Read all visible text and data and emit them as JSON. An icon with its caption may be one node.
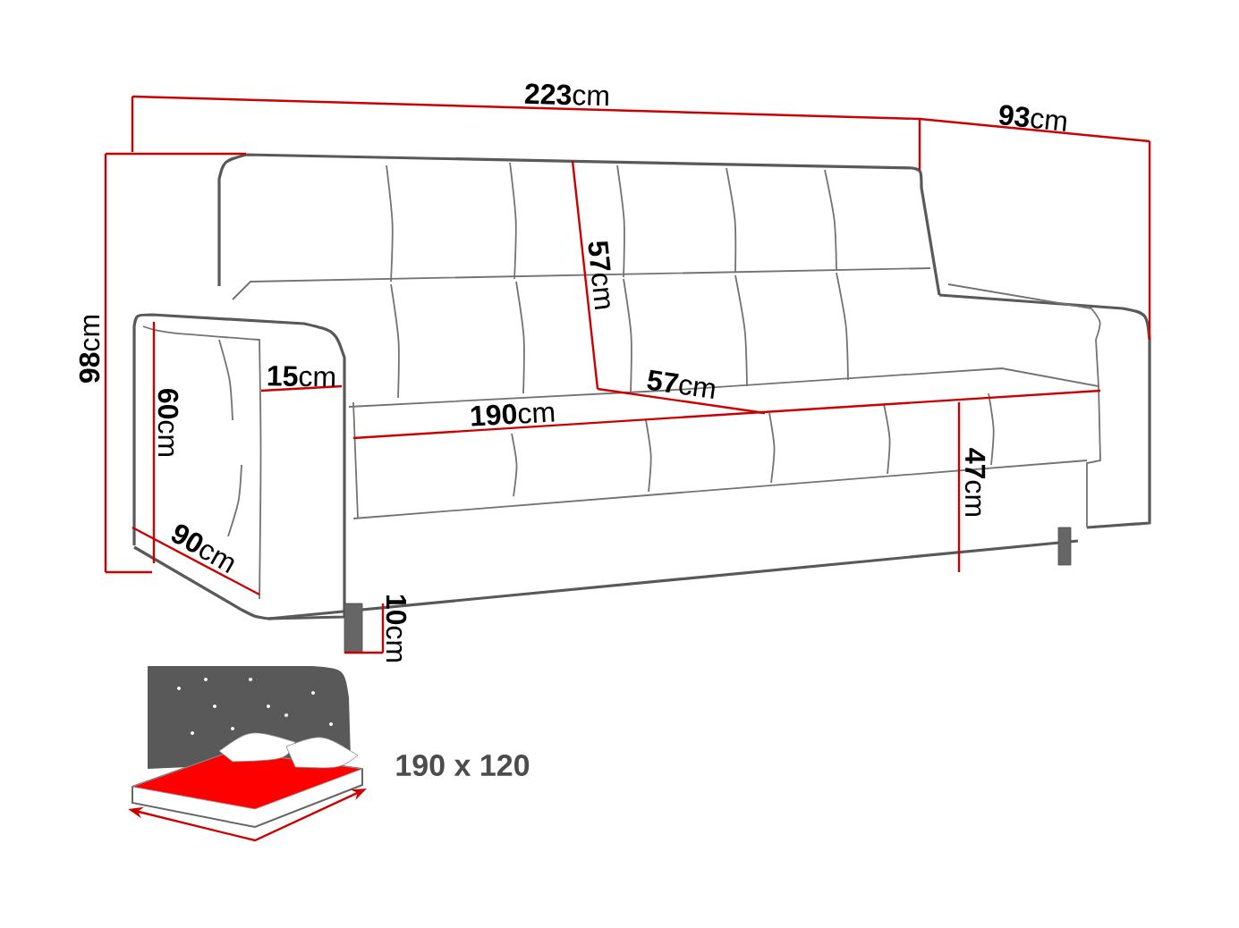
{
  "diagram": {
    "labels": [
      "**223**cm",
      "**93**cm",
      "**98**cm",
      "**57**cm",
      "**15**cm",
      "**60**cm",
      "**57**cm",
      "**190**cm",
      "**47**cm",
      "**90**cm",
      "**10**cm",
      "190 x 120"
    ]
  }
}
